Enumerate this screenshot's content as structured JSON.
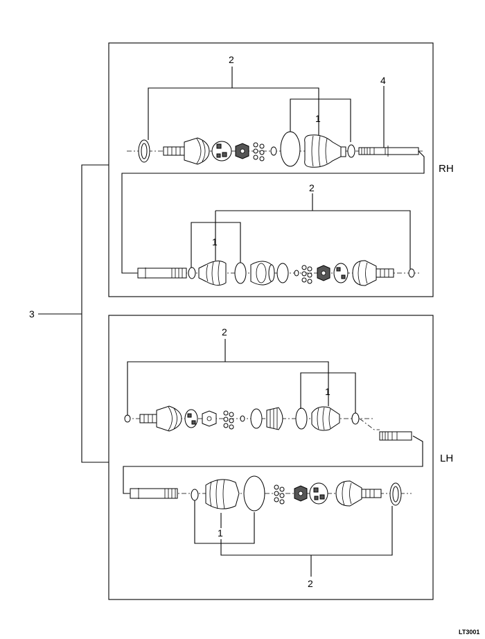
{
  "labels": {
    "boot": "1",
    "clamp": "2",
    "assembly": "3",
    "shaft": "4",
    "rh": "RH",
    "lh": "LH",
    "figure_code": "LT3001"
  }
}
